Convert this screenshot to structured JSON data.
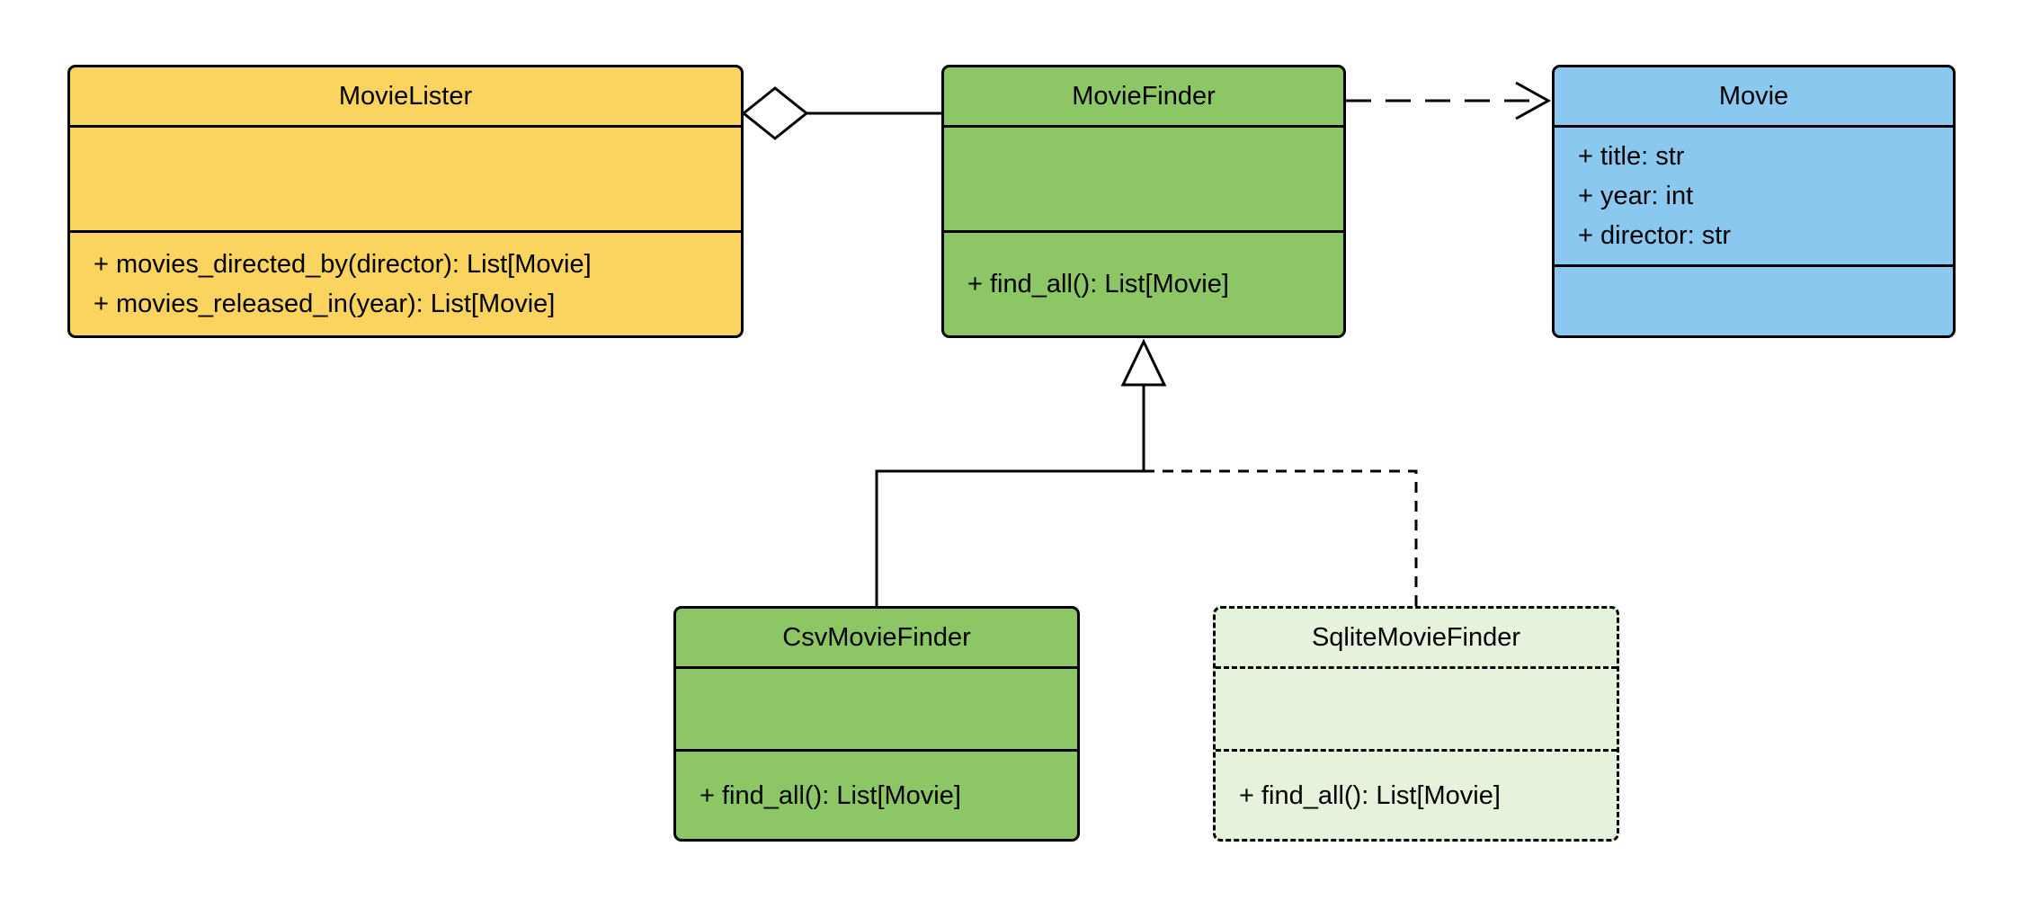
{
  "diagram": {
    "type": "uml_class_diagram",
    "background_color": "#FFFFFF",
    "line_color": "#000000",
    "classes": {
      "movie_lister": {
        "name": "MovieLister",
        "attributes": [],
        "methods": [
          "+ movies_directed_by(director): List[Movie]",
          "+ movies_released_in(year): List[Movie]"
        ],
        "fill_color": "#FBD35F",
        "border_style": "solid"
      },
      "movie_finder": {
        "name": "MovieFinder",
        "attributes": [],
        "methods": [
          "+ find_all(): List[Movie]"
        ],
        "fill_color": "#8CC665",
        "border_style": "solid"
      },
      "movie": {
        "name": "Movie",
        "attributes": [
          "+ title: str",
          "+ year: int",
          "+ director: str"
        ],
        "methods": [],
        "fill_color": "#8BC8EF",
        "border_style": "solid"
      },
      "csv_movie_finder": {
        "name": "CsvMovieFinder",
        "attributes": [],
        "methods": [
          "+ find_all(): List[Movie]"
        ],
        "fill_color": "#8CC665",
        "border_style": "solid"
      },
      "sqlite_movie_finder": {
        "name": "SqliteMovieFinder",
        "attributes": [],
        "methods": [
          "+ find_all(): List[Movie]"
        ],
        "fill_color": "#E5F3DD",
        "border_style": "dashed"
      }
    },
    "relationships": [
      {
        "from": "MovieLister",
        "to": "MovieFinder",
        "type": "aggregation",
        "line": "solid"
      },
      {
        "from": "MovieFinder",
        "to": "Movie",
        "type": "dependency",
        "line": "dashed-arrow"
      },
      {
        "from": "CsvMovieFinder",
        "to": "MovieFinder",
        "type": "inheritance",
        "line": "solid"
      },
      {
        "from": "SqliteMovieFinder",
        "to": "MovieFinder",
        "type": "inheritance",
        "line": "dashed"
      }
    ]
  }
}
